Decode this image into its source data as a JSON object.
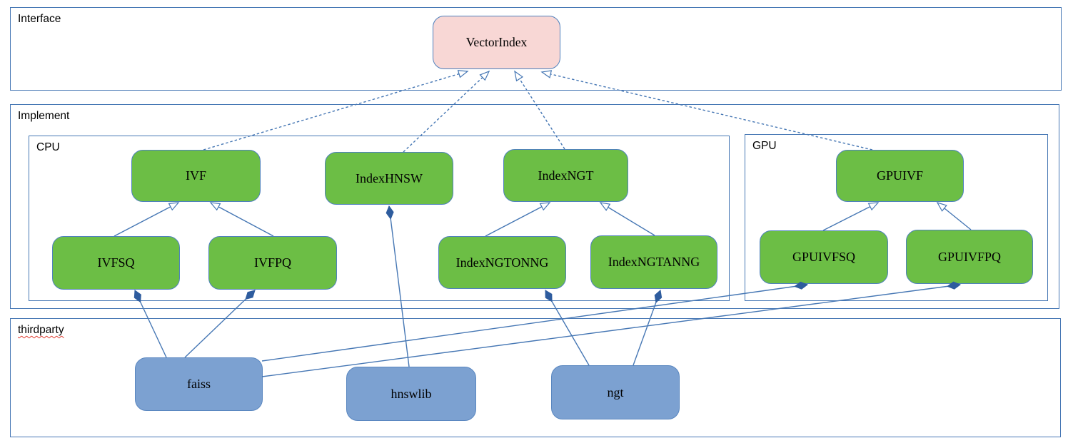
{
  "diagram": {
    "containers": {
      "interface": {
        "label": "Interface"
      },
      "implement": {
        "label": "Implement"
      },
      "cpu": {
        "label": "CPU"
      },
      "gpu": {
        "label": "GPU"
      },
      "thirdparty": {
        "label": "thirdparty"
      }
    },
    "nodes": {
      "vectorindex": {
        "label": "VectorIndex"
      },
      "ivf": {
        "label": "IVF"
      },
      "indexhnsw": {
        "label": "IndexHNSW"
      },
      "indexngt": {
        "label": "IndexNGT"
      },
      "ivfsq": {
        "label": "IVFSQ"
      },
      "ivfpq": {
        "label": "IVFPQ"
      },
      "indexngtonng": {
        "label": "IndexNGTONNG"
      },
      "indexngtanng": {
        "label": "IndexNGTANNG"
      },
      "gpuivf": {
        "label": "GPUIVF"
      },
      "gpuivfsq": {
        "label": "GPUIVFSQ"
      },
      "gpuivfpq": {
        "label": "GPUIVFPQ"
      },
      "faiss": {
        "label": "faiss"
      },
      "hnswlib": {
        "label": "hnswlib"
      },
      "ngt": {
        "label": "ngt"
      }
    },
    "edges": [
      {
        "from": "IVF",
        "to": "VectorIndex",
        "type": "realization"
      },
      {
        "from": "IndexHNSW",
        "to": "VectorIndex",
        "type": "realization"
      },
      {
        "from": "IndexNGT",
        "to": "VectorIndex",
        "type": "realization"
      },
      {
        "from": "GPUIVF",
        "to": "VectorIndex",
        "type": "realization"
      },
      {
        "from": "IVFSQ",
        "to": "IVF",
        "type": "inheritance"
      },
      {
        "from": "IVFPQ",
        "to": "IVF",
        "type": "inheritance"
      },
      {
        "from": "IndexNGTONNG",
        "to": "IndexNGT",
        "type": "inheritance"
      },
      {
        "from": "IndexNGTANNG",
        "to": "IndexNGT",
        "type": "inheritance"
      },
      {
        "from": "GPUIVFSQ",
        "to": "GPUIVF",
        "type": "inheritance"
      },
      {
        "from": "GPUIVFPQ",
        "to": "GPUIVF",
        "type": "inheritance"
      },
      {
        "from": "faiss",
        "to": "IVFSQ",
        "type": "composition"
      },
      {
        "from": "faiss",
        "to": "IVFPQ",
        "type": "composition"
      },
      {
        "from": "faiss",
        "to": "GPUIVFSQ",
        "type": "composition"
      },
      {
        "from": "faiss",
        "to": "GPUIVFPQ",
        "type": "composition"
      },
      {
        "from": "hnswlib",
        "to": "IndexHNSW",
        "type": "composition"
      },
      {
        "from": "ngt",
        "to": "IndexNGTONNG",
        "type": "composition"
      },
      {
        "from": "ngt",
        "to": "IndexNGTANNG",
        "type": "composition"
      }
    ],
    "colors": {
      "container_border": "#4677b4",
      "node_border": "#4f81bd",
      "interface_node_fill": "#f8d7d5",
      "implement_node_fill": "#6cbe45",
      "thirdparty_node_fill": "#7ca1d1",
      "edge_line": "#4677b4",
      "diamond_fill": "#2e5c9e",
      "spellcheck_underline": "#e03c31"
    }
  }
}
